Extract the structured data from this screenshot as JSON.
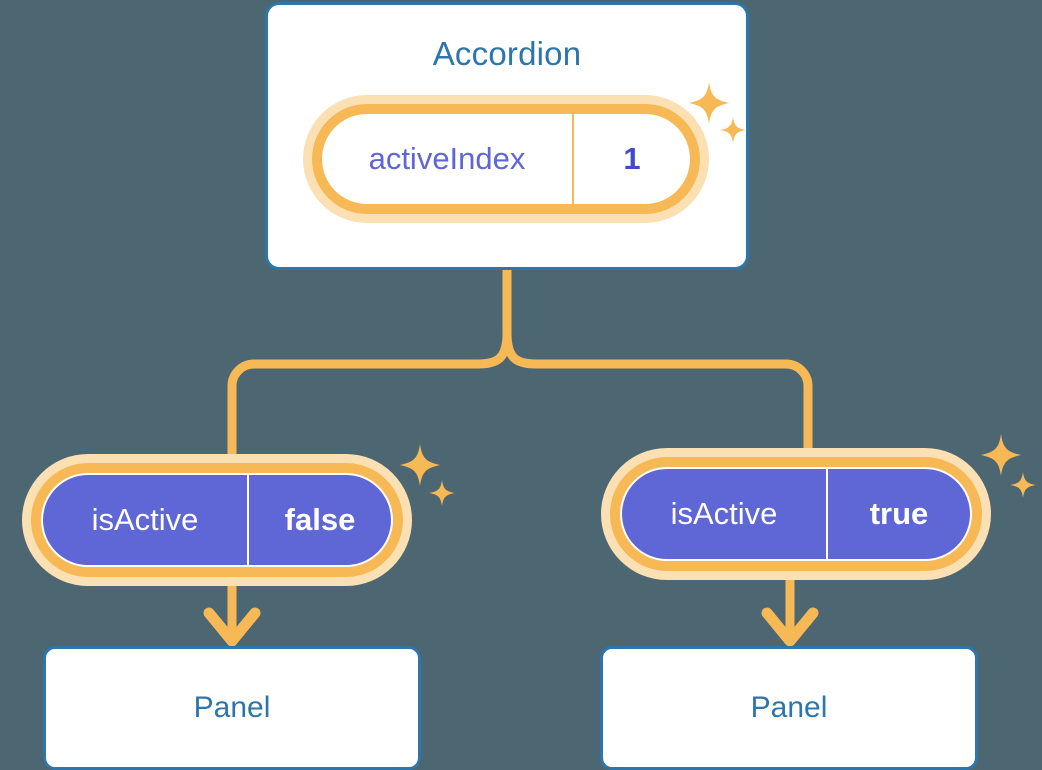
{
  "theme": {
    "background": "#4c6672",
    "card_border": "#2d76ab",
    "card_fill": "#ffffff",
    "title_text": "#2d76ab",
    "accent_orange": "#f7b955",
    "accent_peach": "#fbe0b4",
    "state_purple": "#5f66d6",
    "value_purple": "#4349cf",
    "white": "#ffffff"
  },
  "diagram": {
    "root": {
      "title": "Accordion",
      "state_pill": {
        "key": "activeIndex",
        "value": "1",
        "sparkle_icon": "sparkle-icon"
      }
    },
    "branches": [
      {
        "side": "left",
        "state_pill": {
          "key": "isActive",
          "value": "false",
          "sparkle_icon": "sparkle-icon"
        },
        "panel": {
          "title": "Panel"
        },
        "arrow_icon": "arrow-down-icon"
      },
      {
        "side": "right",
        "state_pill": {
          "key": "isActive",
          "value": "true",
          "sparkle_icon": "sparkle-icon"
        },
        "panel": {
          "title": "Panel"
        },
        "arrow_icon": "arrow-down-icon"
      }
    ],
    "connector_icon": "branch-connector"
  }
}
